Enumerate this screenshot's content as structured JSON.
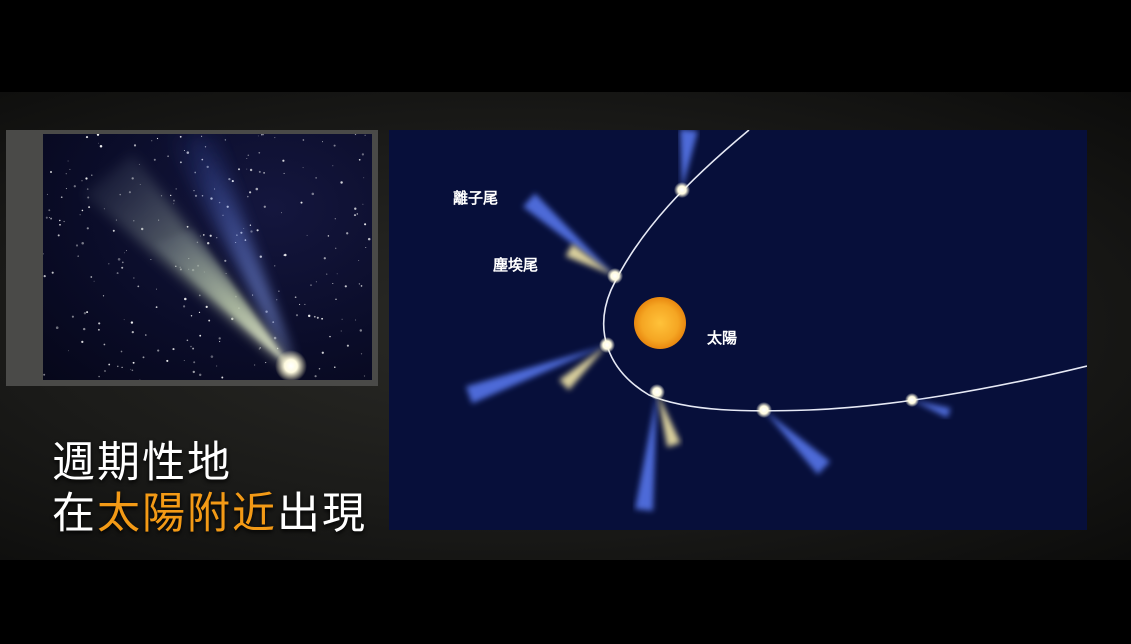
{
  "caption": {
    "line1": "週期性地",
    "line2_prefix": "在",
    "line2_highlight": "太陽附近",
    "line2_suffix": "出現",
    "highlight_color": "#f39a16"
  },
  "diagram": {
    "labels": {
      "ion_tail": "離子尾",
      "dust_tail": "塵埃尾",
      "sun": "太陽"
    },
    "sun_color": "#f5a623",
    "background_color": "#070f3a"
  },
  "photo": {
    "subject_icon": "comet-photo"
  }
}
